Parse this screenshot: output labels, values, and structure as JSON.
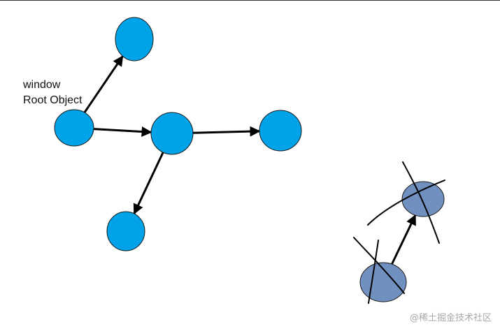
{
  "labels": {
    "window": "window",
    "root_object": "Root Object"
  },
  "watermark": "@稀土掘金技术社区",
  "colors": {
    "reachable_node": "#00a2e8",
    "unreachable_node": "#7090c0",
    "stroke": "#000000",
    "frame_line": "#333333"
  },
  "nodes": [
    {
      "id": "root",
      "state": "reachable"
    },
    {
      "id": "top",
      "state": "reachable"
    },
    {
      "id": "center",
      "state": "reachable"
    },
    {
      "id": "right",
      "state": "reachable"
    },
    {
      "id": "bottom",
      "state": "reachable"
    },
    {
      "id": "orphan-upper",
      "state": "unreachable",
      "crossed_out": true
    },
    {
      "id": "orphan-lower",
      "state": "unreachable",
      "crossed_out": true
    }
  ],
  "edges": [
    {
      "from": "root",
      "to": "top"
    },
    {
      "from": "root",
      "to": "center"
    },
    {
      "from": "center",
      "to": "right"
    },
    {
      "from": "center",
      "to": "bottom"
    },
    {
      "from": "orphan-lower",
      "to": "orphan-upper"
    }
  ]
}
